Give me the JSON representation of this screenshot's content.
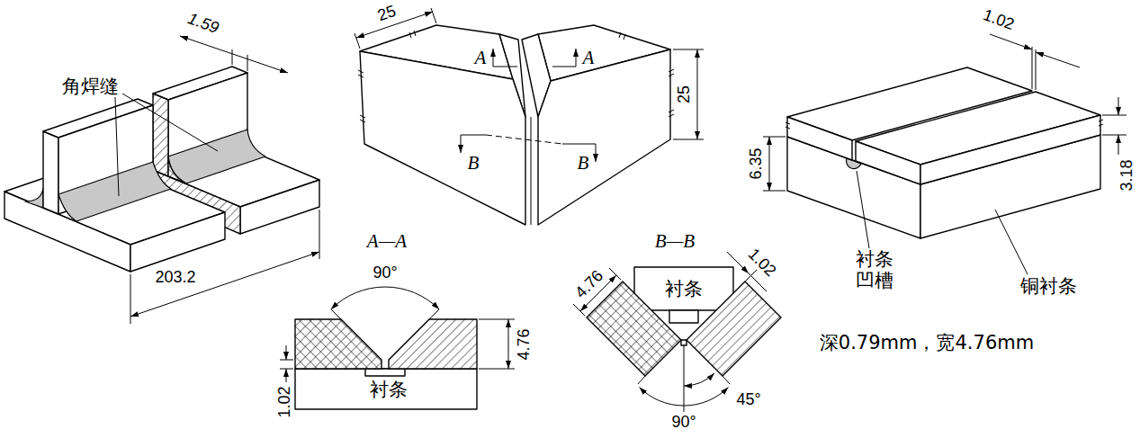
{
  "diagram": {
    "labels": [
      "1.59",
      "角焊缝",
      "203.2",
      "25",
      "A",
      "A",
      "B",
      "B",
      "25",
      "A—A",
      "90°",
      "4.76",
      "1.02",
      "衬条",
      "B—B",
      "1.02",
      "4.76",
      "衬条",
      "45°",
      "90°",
      "1.02",
      "6.35",
      "3.18",
      "衬条 凹槽",
      "铜衬条",
      "深0.79mm，宽4.76mm"
    ]
  }
}
